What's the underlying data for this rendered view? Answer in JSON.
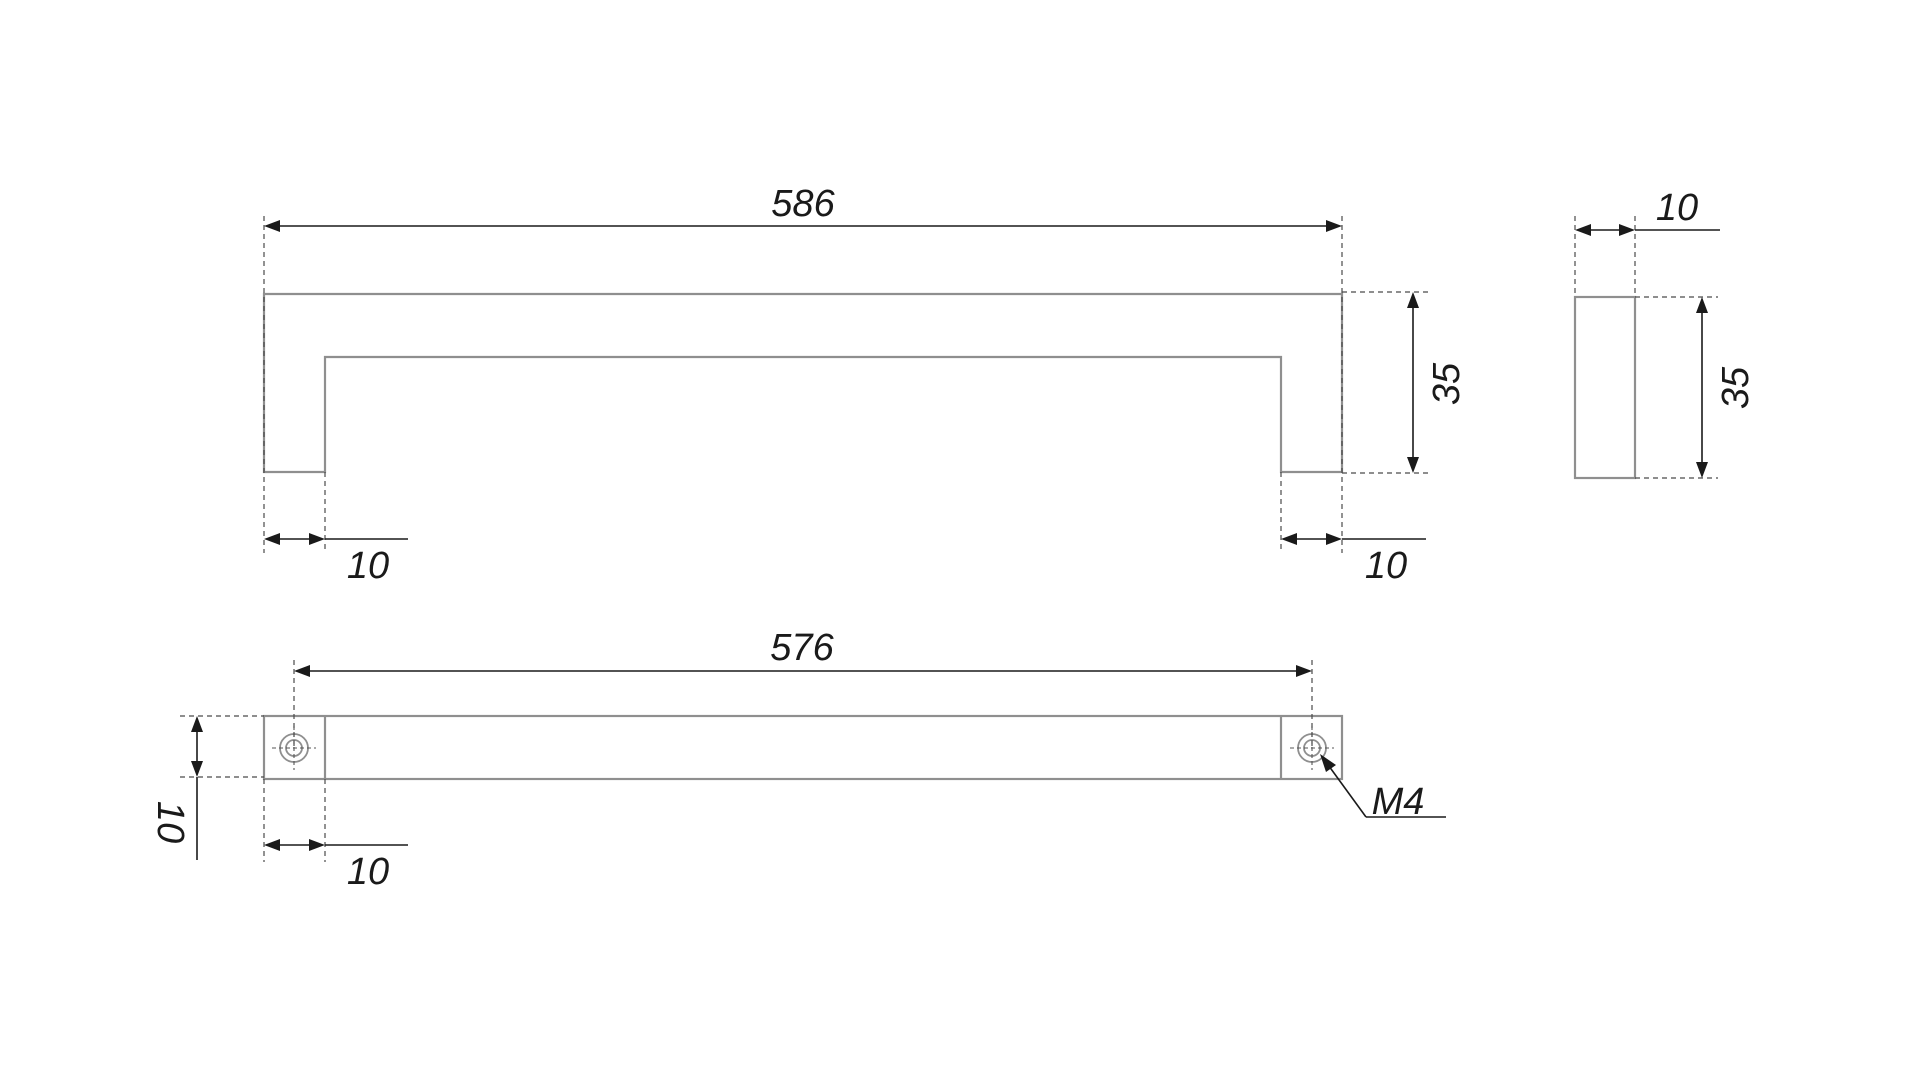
{
  "front_view": {
    "overall_length": "586",
    "height": "35",
    "left_leg": "10",
    "right_leg": "10"
  },
  "side_view": {
    "thickness": "10",
    "height": "35"
  },
  "top_view": {
    "hole_spacing": "576",
    "width": "10",
    "edge_offset": "10",
    "thread": "M4"
  },
  "colors": {
    "outline": "#8f8f8f",
    "dimension": "#1a1a1a",
    "background": "#ffffff"
  }
}
